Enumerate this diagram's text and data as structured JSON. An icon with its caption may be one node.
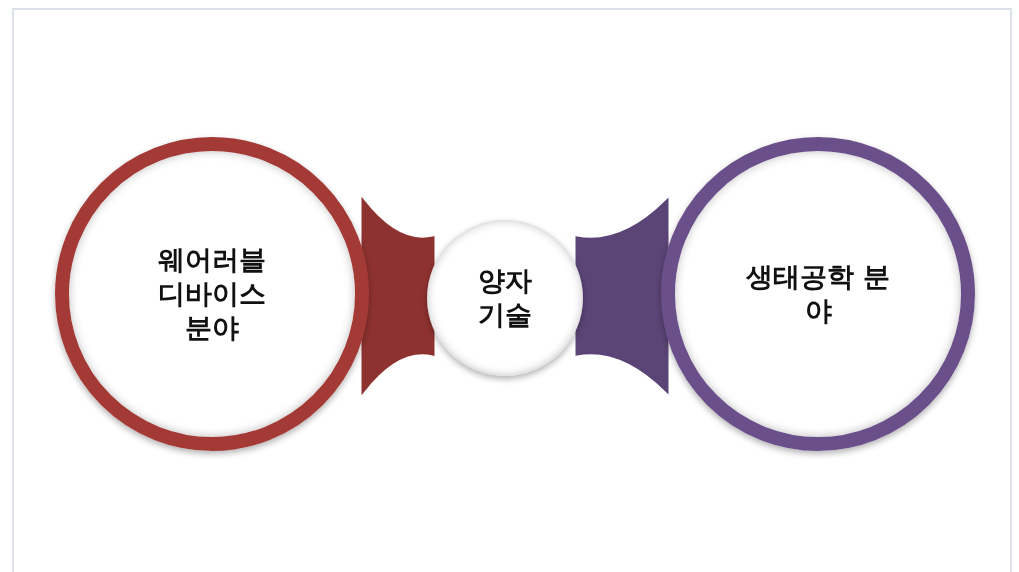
{
  "diagram": {
    "nodes": [
      {
        "text": [
          "웨어러블 디바이스 분야"
        ]
      },
      {
        "text": [
          "양자 기술"
        ]
      },
      {
        "text": [
          "생태공학 분야"
        ]
      }
    ],
    "edges": [
      {
        "from": 0,
        "to": 1,
        "arrow": "none",
        "style": "thick",
        "color": "#8e3230"
      },
      {
        "from": 1,
        "to": 2,
        "arrow": "none",
        "style": "thick",
        "color": "#5b4577"
      }
    ]
  }
}
